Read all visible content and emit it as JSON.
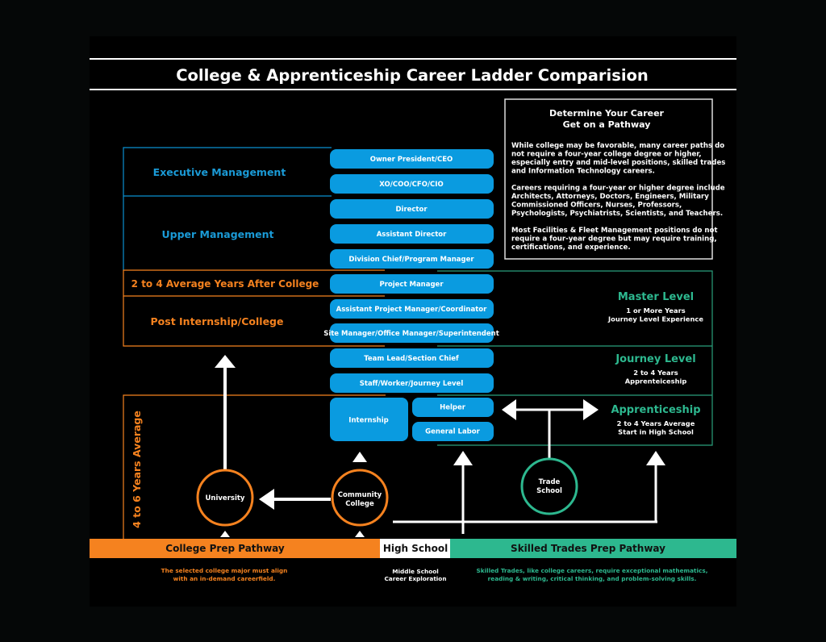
{
  "title": "College & Apprenticeship Career Ladder Comparision",
  "info_box": {
    "heading": [
      "Determine Your Career",
      "Get on a Pathway"
    ],
    "paragraphs": [
      [
        "While college may be favorable, many career paths do",
        "not require a four-year college degree or higher,",
        "especially entry and mid-level positions, skilled trades",
        "and Information Technology careers."
      ],
      [
        "Careers requiring a four-year or higher degree include",
        "Architects, Attorneys, Doctors, Engineers, Military",
        "Commissioned Officers, Nurses, Professors,",
        "Psychologists, Psychiatrists, Scientists, and Teachers."
      ],
      [
        "Most Facilities & Fleet Management positions do not",
        "require a four-year degree but may require training,",
        "certifications, and experience."
      ]
    ]
  },
  "college_levels": {
    "executive": "Executive Management",
    "upper": "Upper Management",
    "after_college": "2 to 4 Average Years After College",
    "post_internship": "Post Internship/College",
    "years_average": "4 to 6 Years Average"
  },
  "positions": [
    "Owner President/CEO",
    "XO/COO/CFO/CIO",
    "Director",
    "Assistant Director",
    "Division Chief/Program Manager",
    "Project Manager",
    "Assistant Project Manager/Coordinator",
    "Site Manager/Office Manager/Superintendent",
    "Team Lead/Section Chief",
    "Staff/Worker/Journey Level"
  ],
  "entry_positions": {
    "internship": "Internship",
    "helper": "Helper",
    "general_labor": "General Labor"
  },
  "trade_levels": [
    {
      "title": "Master Level",
      "lines": [
        "1 or More Years",
        "Journey Level Experience"
      ]
    },
    {
      "title": "Journey Level",
      "lines": [
        "2 to 4 Years",
        "Apprenteiceship"
      ]
    },
    {
      "title": "Apprenticeship",
      "lines": [
        "2 to 4 Years Average",
        "Start in High School"
      ]
    }
  ],
  "nodes": {
    "university": "University",
    "community_college": [
      "Community",
      "College"
    ],
    "trade_school": [
      "Trade",
      "School"
    ]
  },
  "pathways": {
    "college": "College Prep Pathway",
    "high_school": "High School",
    "trades": "Skilled Trades Prep Pathway"
  },
  "notes": {
    "college": [
      "The selected college major must align",
      "with an in-demand careerfield."
    ],
    "high_school": [
      "Middle School",
      "Career Exploration"
    ],
    "trades": [
      "Skilled Trades, like college careers, require exceptional mathematics,",
      "reading & writing, critical thinking, and problem-solving skills."
    ]
  },
  "colors": {
    "blue": "#0a9be0",
    "orange": "#f5821f",
    "green": "#2db88f",
    "background": "#000000"
  }
}
